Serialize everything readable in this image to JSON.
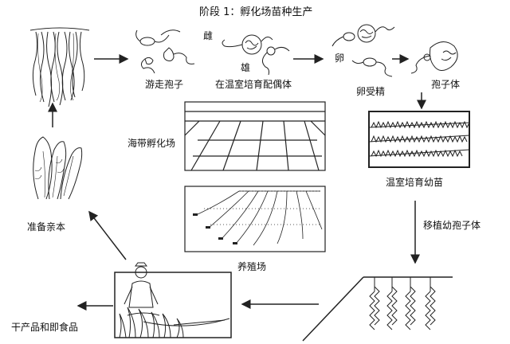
{
  "title": "阶段 1：孵化场苗种生产",
  "labels": {
    "swimming_spores": "游走孢子",
    "female": "雌",
    "male": "雄",
    "greenhouse_gametophyte": "在温室培育配偶体",
    "egg": "卵",
    "fertilized_egg": "卵受精",
    "sporophyte": "孢子体",
    "hatchery": "海带孵化场",
    "greenhouse_seedlings": "温室培育幼苗",
    "transplant": "移植幼孢子体",
    "farm": "养殖场",
    "parent_prep": "准备亲本",
    "dry_products": "干产品和即食品"
  }
}
